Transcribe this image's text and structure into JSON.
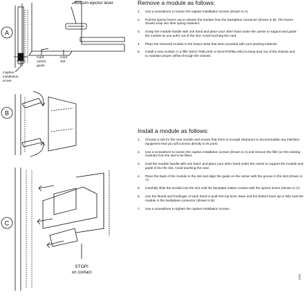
{
  "figure": {
    "panel_labels": [
      "A",
      "B",
      "C"
    ],
    "callouts": {
      "bottom_ejector_lever": "Bottom ejector lever",
      "card_carrier_guide": [
        "Card",
        "carrier",
        "guide"
      ],
      "card_slot": [
        "Card",
        "slot"
      ],
      "captive_installation_screw": [
        "Captive",
        "installation",
        "screw"
      ],
      "stop": "STOP!",
      "on_contact": "on contact"
    },
    "figure_id": "2632"
  },
  "remove": {
    "heading": "Remove a module as follows:",
    "steps": [
      {
        "num": "1.",
        "text": "Use a screwdriver to loosen the captive installation screws (shown in A)."
      },
      {
        "num": "2.",
        "text": "Pull the ejector levers out to release the module from the backplane connector (shown in B). The levers should snap into their spring retainers."
      },
      {
        "num": "3.",
        "text": "Grasp the module handle with one hand and place your other hand under the carrier to support and guide the module as you pull it out of the slot. Avoid touching the card."
      },
      {
        "num": "4.",
        "text": "Place the removed module in the board racks that were provided with your packing material."
      },
      {
        "num": "5.",
        "text": "Install a new module or a filler (MAS-7KBLANK or MAS-RSPBLANK) to keep dust out of the chassis and to maintain proper airflow through the chassis."
      }
    ]
  },
  "install": {
    "heading": "Install a module as follows:",
    "steps": [
      {
        "num": "1.",
        "text": "Choose a slot for the new module and ensure that there is enough clearance to accommodate any interface equipment that you will connect directly to its ports."
      },
      {
        "num": "2.",
        "text": "Use a screwdriver to loosen the captive installation screws (shown in A) and remove the filler (or the existing module) from the slot to be filled."
      },
      {
        "num": "3.",
        "text": "Hold the module handle with one hand, and place your other hand under the carrier to support the module and guide it into the slot. Avoid touching the card."
      },
      {
        "num": "4.",
        "text": "Place the back of the module in the slot and align the guide on the carrier with the groove in the slot (shown in A)."
      },
      {
        "num": "5.",
        "text": "Carefully slide the module into the slot until the faceplate makes contact with the ejector levers (shown in C)."
      },
      {
        "num": "6.",
        "text": "Use the thumb and forefinger of each hand to push the top lever down and the bottom lever up to fully seat the module in the backplane connector (shown in B)."
      },
      {
        "num": "7.",
        "text": "Use a screwdriver to tighten the captive installation screws."
      }
    ]
  }
}
